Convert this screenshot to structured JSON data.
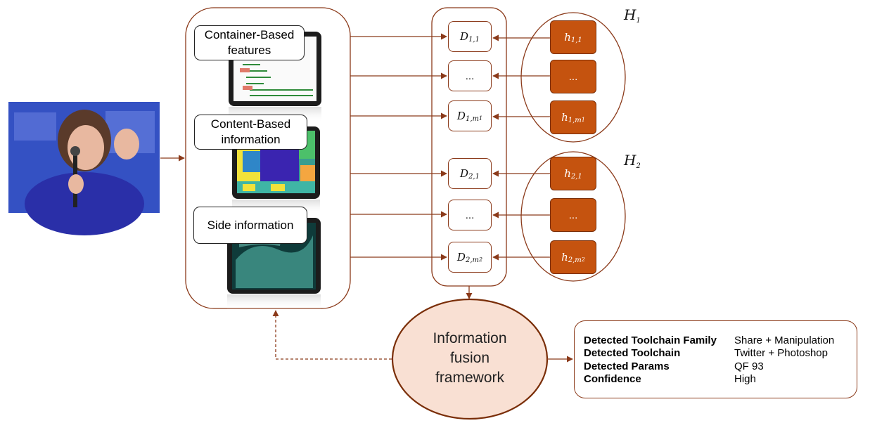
{
  "features": {
    "container_label": "Container-Based features",
    "content_label": "Content-Based information",
    "side_label": "Side information"
  },
  "detectors": {
    "set1": [
      {
        "base": "D",
        "sub": "1,1"
      },
      {
        "text": "..."
      },
      {
        "base": "D",
        "sub": "1,m",
        "subsub": "1"
      }
    ],
    "set2": [
      {
        "base": "D",
        "sub": "2,1"
      },
      {
        "text": "..."
      },
      {
        "base": "D",
        "sub": "2,m",
        "subsub": "2"
      }
    ]
  },
  "hypotheses": {
    "set1_label": {
      "base": "H",
      "sub": "1"
    },
    "set2_label": {
      "base": "H",
      "sub": "2"
    },
    "set1": [
      {
        "base": "h",
        "sub": "1,1"
      },
      {
        "text": "..."
      },
      {
        "base": "h",
        "sub": "1,m",
        "subsub": "1"
      }
    ],
    "set2": [
      {
        "base": "h",
        "sub": "2,1"
      },
      {
        "text": "..."
      },
      {
        "base": "h",
        "sub": "2,m",
        "subsub": "2"
      }
    ]
  },
  "fusion": {
    "line1": "Information",
    "line2": "fusion",
    "line3": "framework"
  },
  "result": {
    "rows": [
      {
        "key": "Detected Toolchain Family",
        "value": "Share + Manipulation"
      },
      {
        "key": "Detected Toolchain",
        "value": "Twitter + Photoshop"
      },
      {
        "key": "Detected Params",
        "value": "QF 93"
      },
      {
        "key": "Confidence",
        "value": "High"
      }
    ]
  },
  "colors": {
    "accent": "#8b3a1a",
    "hypothesis_fill": "#c5530f",
    "fusion_fill": "#f9e0d3"
  }
}
